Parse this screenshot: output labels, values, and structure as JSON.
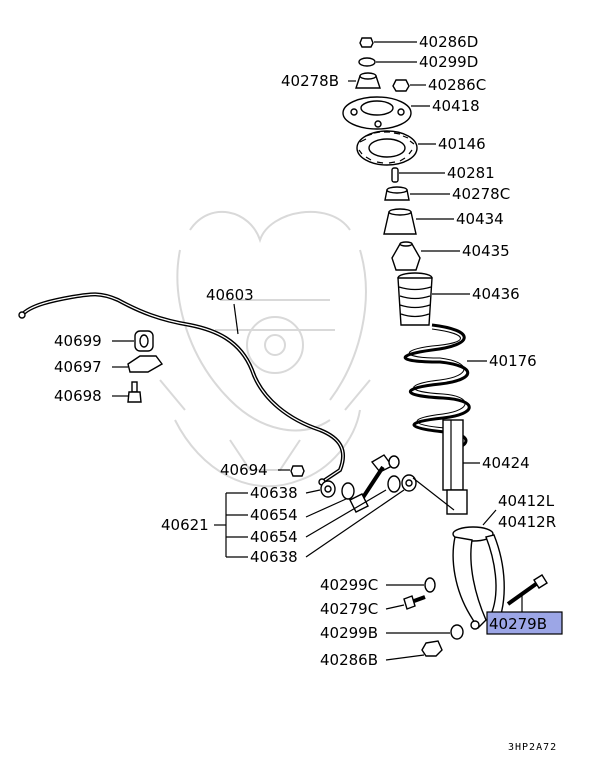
{
  "diagram_code": "3HP2A72",
  "highlight_color": "#9ca6e6",
  "labels": {
    "p40286D": "40286D",
    "p40299D": "40299D",
    "p40278B": "40278B",
    "p40286C": "40286C",
    "p40418": "40418",
    "p40146": "40146",
    "p40281": "40281",
    "p40278C": "40278C",
    "p40434": "40434",
    "p40435": "40435",
    "p40603": "40603",
    "p40436": "40436",
    "p40699": "40699",
    "p40697": "40697",
    "p40176": "40176",
    "p40698": "40698",
    "p40424": "40424",
    "p40694": "40694",
    "p40638a": "40638",
    "p40412L": "40412L",
    "p40654a": "40654",
    "p40412R": "40412R",
    "p40621": "40621",
    "p40654b": "40654",
    "p40638b": "40638",
    "p40299C": "40299C",
    "p40279C": "40279C",
    "p40279B": "40279B",
    "p40299B": "40299B",
    "p40286B": "40286B"
  }
}
